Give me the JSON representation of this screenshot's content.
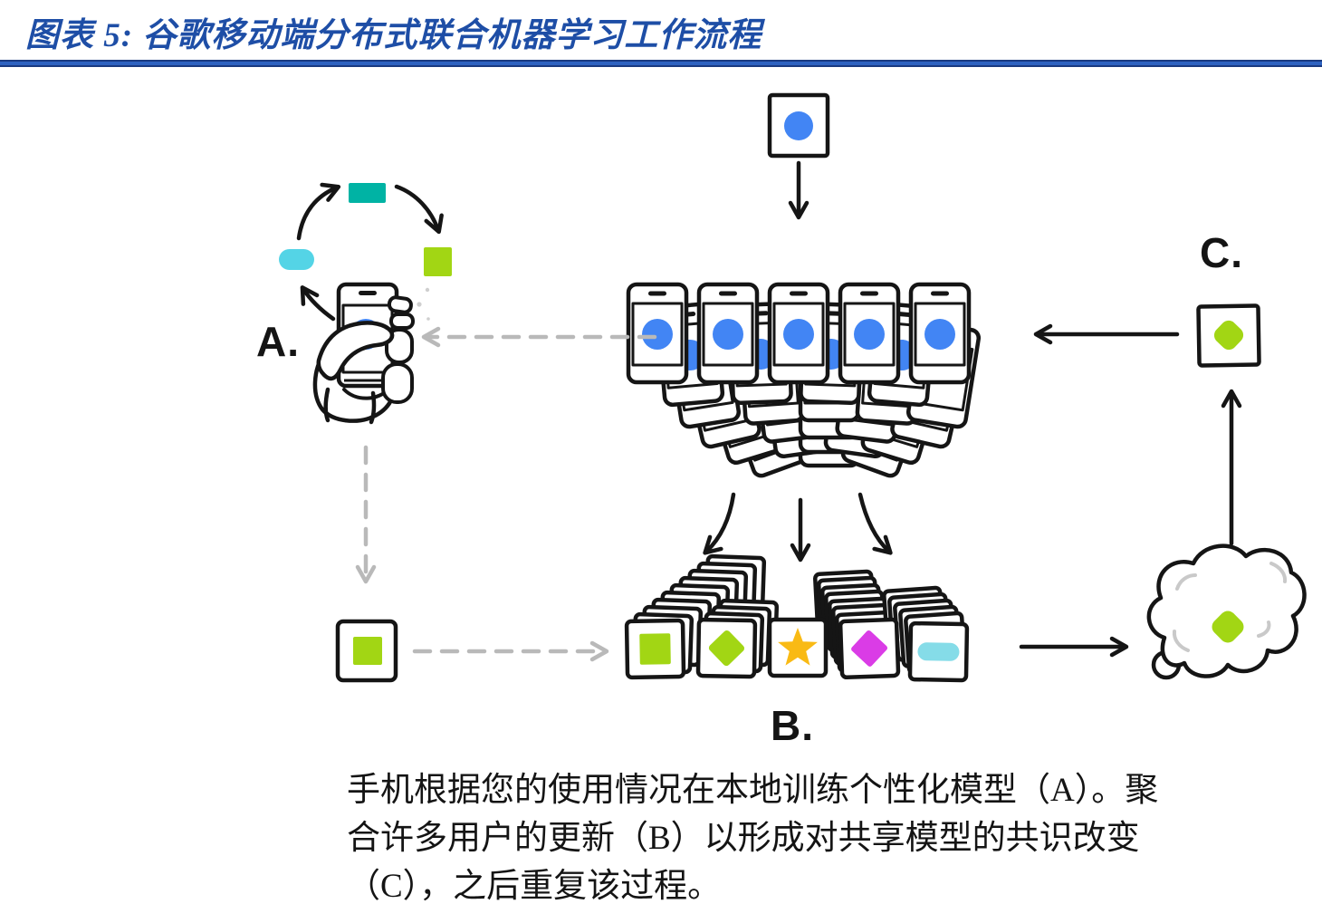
{
  "header": {
    "title": "图表 5:  谷歌移动端分布式联合机器学习工作流程"
  },
  "labels": {
    "step_a": "A.",
    "step_b": "B.",
    "step_c": "C."
  },
  "caption": {
    "line1": "手机根据您的使用情况在本地训练个性化模型（A）。聚",
    "line2": "合许多用户的更新（B）以形成对共享模型的共识改变",
    "line3": "（C），之后重复该过程。"
  },
  "icons": {
    "shared_model": "blue-circle",
    "local_update": "green-square",
    "aggregated_updates": [
      "green-square",
      "green-diamond",
      "gold-star",
      "magenta-diamond",
      "cyan-pill"
    ],
    "aggregation": "cloud-icon",
    "consensus_change": "green-rounded-diamond",
    "training_cycle": [
      "cyan-pill",
      "teal-rectangle",
      "green-square"
    ],
    "devices": "phone-icon",
    "user": "hand-holding-phone-icon"
  },
  "colors": {
    "accent_blue": "#4285f4",
    "teal": "#00b3a4",
    "cyan": "#54d4e6",
    "cyan_light": "#85dce8",
    "green": "#a2d614",
    "gold": "#f9ba14",
    "magenta": "#da3ce6",
    "title_blue": "#1e4ea6",
    "rule_blue": "#1a3a80",
    "arrow_gray": "#b9b9b9",
    "ink": "#151515"
  }
}
